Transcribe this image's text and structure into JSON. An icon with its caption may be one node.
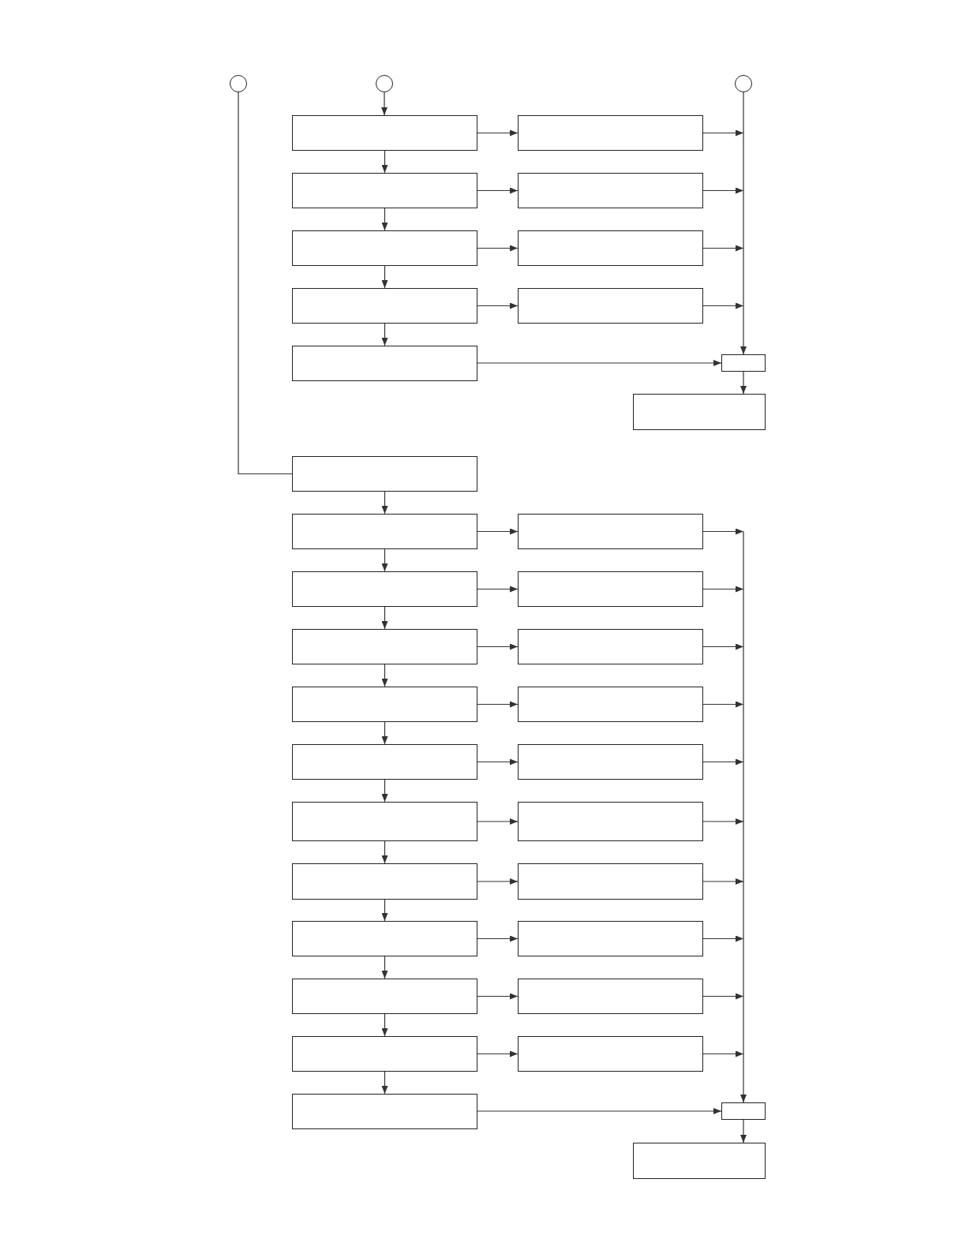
{
  "diagram": {
    "nodes": [
      {
        "text": [],
        "shape": "circle"
      },
      {
        "text": [],
        "shape": "circle"
      },
      {
        "text": [],
        "shape": "circle"
      },
      {
        "text": [],
        "shape": "box"
      },
      {
        "text": [],
        "shape": "box"
      },
      {
        "text": [],
        "shape": "box"
      },
      {
        "text": [],
        "shape": "box"
      },
      {
        "text": [],
        "shape": "box"
      },
      {
        "text": [],
        "shape": "box"
      },
      {
        "text": [],
        "shape": "box"
      },
      {
        "text": [],
        "shape": "box"
      },
      {
        "text": [],
        "shape": "box"
      },
      {
        "text": [],
        "shape": "box"
      },
      {
        "text": [],
        "shape": "box"
      },
      {
        "text": [],
        "shape": "box"
      },
      {
        "text": [],
        "shape": "box"
      },
      {
        "text": [],
        "shape": "box"
      },
      {
        "text": [],
        "shape": "box"
      },
      {
        "text": [],
        "shape": "box"
      },
      {
        "text": [],
        "shape": "box"
      },
      {
        "text": [],
        "shape": "box"
      },
      {
        "text": [],
        "shape": "box"
      },
      {
        "text": [],
        "shape": "box"
      },
      {
        "text": [],
        "shape": "box"
      },
      {
        "text": [],
        "shape": "box"
      },
      {
        "text": [],
        "shape": "box"
      },
      {
        "text": [],
        "shape": "box"
      },
      {
        "text": [],
        "shape": "box"
      },
      {
        "text": [],
        "shape": "box"
      },
      {
        "text": [],
        "shape": "box"
      },
      {
        "text": [],
        "shape": "box"
      },
      {
        "text": [],
        "shape": "box"
      },
      {
        "text": [],
        "shape": "box"
      },
      {
        "text": [],
        "shape": "box"
      },
      {
        "text": [],
        "shape": "box"
      },
      {
        "text": [],
        "shape": "box"
      },
      {
        "text": [],
        "shape": "box"
      },
      {
        "text": [],
        "shape": "box"
      }
    ],
    "edges": [
      {
        "from": 1,
        "to": 3,
        "arrow": "to"
      },
      {
        "from": 0,
        "to": 14,
        "arrow": "none"
      },
      {
        "from": 2,
        "to": 12,
        "arrow": "to"
      },
      {
        "from": 3,
        "to": 4,
        "arrow": "to"
      },
      {
        "from": 4,
        "to": 12,
        "arrow": "to"
      },
      {
        "from": 3,
        "to": 5,
        "arrow": "to"
      },
      {
        "from": 5,
        "to": 6,
        "arrow": "to"
      },
      {
        "from": 6,
        "to": 12,
        "arrow": "to"
      },
      {
        "from": 5,
        "to": 7,
        "arrow": "to"
      },
      {
        "from": 7,
        "to": 8,
        "arrow": "to"
      },
      {
        "from": 8,
        "to": 12,
        "arrow": "to"
      },
      {
        "from": 7,
        "to": 9,
        "arrow": "to"
      },
      {
        "from": 9,
        "to": 10,
        "arrow": "to"
      },
      {
        "from": 10,
        "to": 12,
        "arrow": "to"
      },
      {
        "from": 9,
        "to": 11,
        "arrow": "to"
      },
      {
        "from": 11,
        "to": 12,
        "arrow": "to"
      },
      {
        "from": 12,
        "to": 13,
        "arrow": "to"
      },
      {
        "from": 14,
        "to": 15,
        "arrow": "to"
      },
      {
        "from": 15,
        "to": 16,
        "arrow": "to"
      },
      {
        "from": 16,
        "to": 36,
        "arrow": "to"
      },
      {
        "from": 15,
        "to": 17,
        "arrow": "to"
      },
      {
        "from": 17,
        "to": 18,
        "arrow": "to"
      },
      {
        "from": 18,
        "to": 36,
        "arrow": "to"
      },
      {
        "from": 17,
        "to": 19,
        "arrow": "to"
      },
      {
        "from": 19,
        "to": 20,
        "arrow": "to"
      },
      {
        "from": 20,
        "to": 36,
        "arrow": "to"
      },
      {
        "from": 19,
        "to": 21,
        "arrow": "to"
      },
      {
        "from": 21,
        "to": 22,
        "arrow": "to"
      },
      {
        "from": 22,
        "to": 36,
        "arrow": "to"
      },
      {
        "from": 21,
        "to": 23,
        "arrow": "to"
      },
      {
        "from": 23,
        "to": 24,
        "arrow": "to"
      },
      {
        "from": 24,
        "to": 36,
        "arrow": "to"
      },
      {
        "from": 23,
        "to": 25,
        "arrow": "to"
      },
      {
        "from": 25,
        "to": 26,
        "arrow": "to"
      },
      {
        "from": 26,
        "to": 36,
        "arrow": "to"
      },
      {
        "from": 25,
        "to": 27,
        "arrow": "to"
      },
      {
        "from": 27,
        "to": 28,
        "arrow": "to"
      },
      {
        "from": 28,
        "to": 36,
        "arrow": "to"
      },
      {
        "from": 27,
        "to": 29,
        "arrow": "to"
      },
      {
        "from": 29,
        "to": 30,
        "arrow": "to"
      },
      {
        "from": 30,
        "to": 36,
        "arrow": "to"
      },
      {
        "from": 29,
        "to": 31,
        "arrow": "to"
      },
      {
        "from": 31,
        "to": 32,
        "arrow": "to"
      },
      {
        "from": 32,
        "to": 36,
        "arrow": "to"
      },
      {
        "from": 31,
        "to": 33,
        "arrow": "to"
      },
      {
        "from": 33,
        "to": 34,
        "arrow": "to"
      },
      {
        "from": 34,
        "to": 36,
        "arrow": "to"
      },
      {
        "from": 33,
        "to": 35,
        "arrow": "to"
      },
      {
        "from": 35,
        "to": 36,
        "arrow": "to"
      },
      {
        "from": 36,
        "to": 37,
        "arrow": "to"
      }
    ]
  }
}
